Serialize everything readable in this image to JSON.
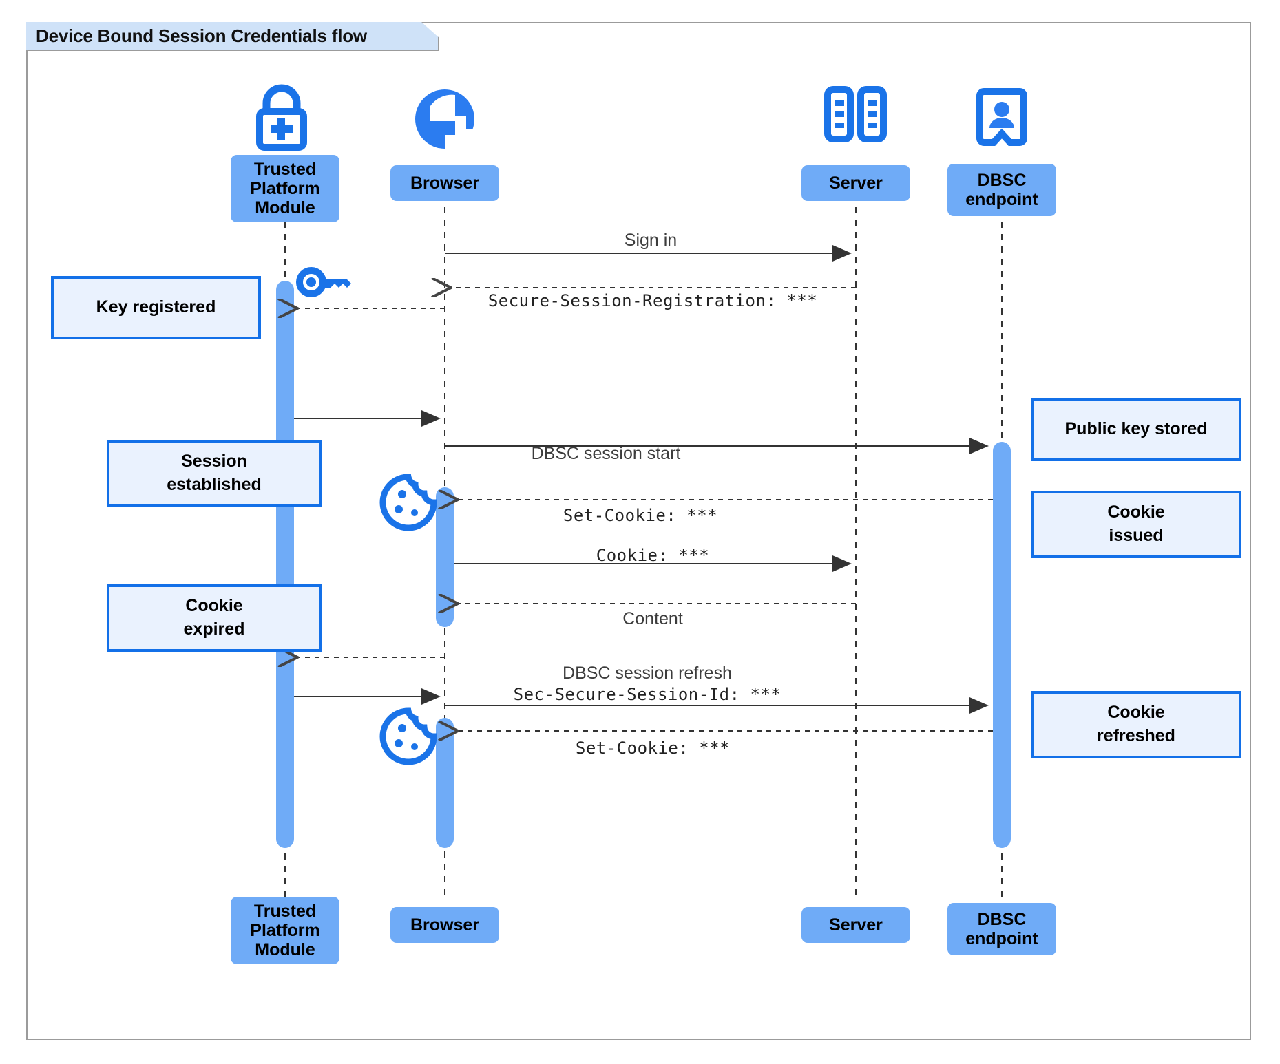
{
  "diagram": {
    "title": "Device Bound Session Credentials flow",
    "type": "uml-sequence-diagram",
    "colors": {
      "participant_fill": "#6fabf7",
      "note_fill": "#eaf2fe",
      "note_border": "#1370e8",
      "activation_fill": "#6fabf7",
      "icon_blue": "#1a73e8",
      "frame_border": "#9b9b9b",
      "title_fill": "#cfe2f8",
      "line": "#333333"
    }
  },
  "participants": [
    {
      "id": "tpm",
      "label": "Trusted\nPlatform\nModule",
      "icon": "padlock-plus-icon"
    },
    {
      "id": "browser",
      "label": "Browser",
      "icon": "globe-icon"
    },
    {
      "id": "server",
      "label": "Server",
      "icon": "server-racks-icon"
    },
    {
      "id": "dbsc",
      "label": "DBSC\nendpoint",
      "icon": "id-badge-icon"
    }
  ],
  "messages": [
    {
      "id": "m1",
      "from": "browser",
      "to": "server",
      "style": "solid",
      "label": "Sign in",
      "font": "sans"
    },
    {
      "id": "m2",
      "from": "server",
      "to": "browser",
      "style": "dashed",
      "label": "Secure-Session-Registration: ***",
      "font": "mono"
    },
    {
      "id": "m3",
      "from": "browser",
      "to": "tpm",
      "style": "dashed",
      "label": "",
      "font": "sans"
    },
    {
      "id": "m4",
      "from": "tpm",
      "to": "browser",
      "style": "solid",
      "label": "",
      "font": "sans"
    },
    {
      "id": "m5",
      "from": "browser",
      "to": "dbsc",
      "style": "solid",
      "label": "DBSC session start",
      "font": "sans"
    },
    {
      "id": "m6",
      "from": "dbsc",
      "to": "browser",
      "style": "dashed",
      "label": "Set-Cookie: ***",
      "font": "mono"
    },
    {
      "id": "m7",
      "from": "browser",
      "to": "server",
      "style": "solid",
      "label": "Cookie: ***",
      "font": "mono"
    },
    {
      "id": "m8",
      "from": "server",
      "to": "browser",
      "style": "dashed",
      "label": "Content",
      "font": "sans"
    },
    {
      "id": "m9",
      "from": "browser",
      "to": "tpm",
      "style": "dashed",
      "label": "",
      "font": "sans"
    },
    {
      "id": "m10",
      "from": "tpm",
      "to": "browser",
      "style": "solid",
      "label": "",
      "font": "sans"
    },
    {
      "id": "m11",
      "from": "browser",
      "to": "dbsc",
      "style": "solid",
      "label_line1": "DBSC session refresh",
      "label_line2": "Sec-Secure-Session-Id: ***"
    },
    {
      "id": "m12",
      "from": "dbsc",
      "to": "browser",
      "style": "dashed",
      "label": "Set-Cookie: ***",
      "font": "mono"
    }
  ],
  "notes": [
    {
      "id": "n1",
      "text": "Key registered",
      "side": "left-of-tpm"
    },
    {
      "id": "n2",
      "text": "Session\nestablished",
      "side": "left-of-tpm"
    },
    {
      "id": "n3",
      "text": "Cookie\nexpired",
      "side": "left-of-tpm"
    },
    {
      "id": "n4",
      "text": "Public key stored",
      "side": "right-of-dbsc"
    },
    {
      "id": "n5",
      "text": "Cookie\nissued",
      "side": "right-of-dbsc"
    },
    {
      "id": "n6",
      "text": "Cookie\nrefreshed",
      "side": "right-of-dbsc"
    }
  ],
  "inline_icons": [
    {
      "id": "key",
      "name": "key-icon",
      "near": "tpm-activation-top"
    },
    {
      "id": "cookie1",
      "name": "cookie-icon",
      "near": "browser-activation-1"
    },
    {
      "id": "cookie2",
      "name": "cookie-icon",
      "near": "browser-activation-2"
    }
  ]
}
